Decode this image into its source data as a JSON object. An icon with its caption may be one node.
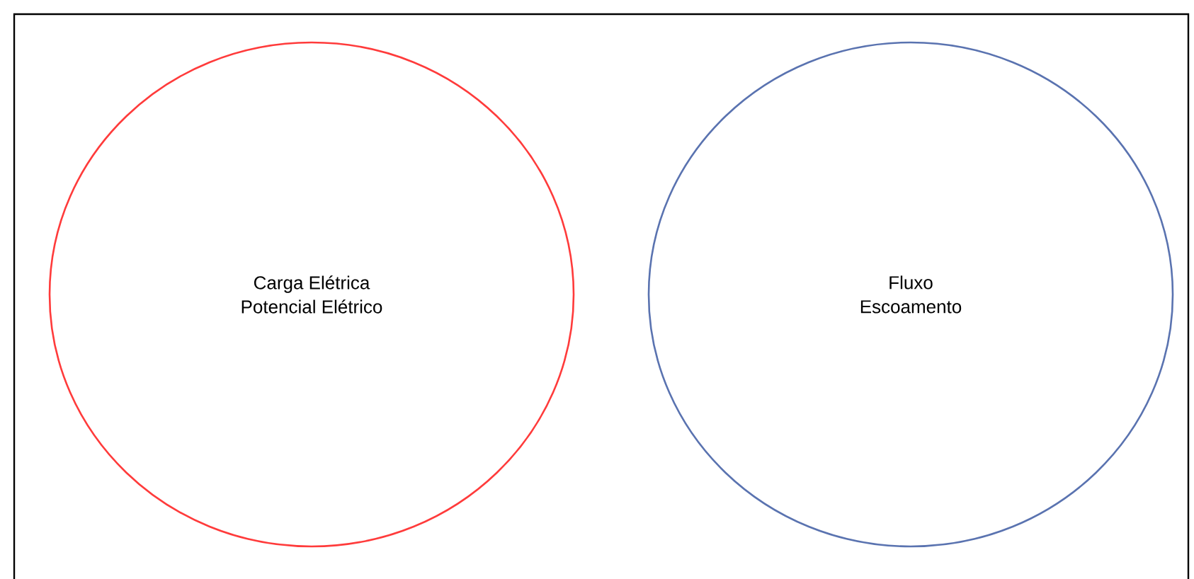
{
  "diagram": {
    "nodes": [
      {
        "text": [
          "Carga Elétrica",
          "Potencial Elétrico"
        ]
      },
      {
        "text": [
          "Fluxo",
          "Escoamento"
        ]
      }
    ]
  }
}
